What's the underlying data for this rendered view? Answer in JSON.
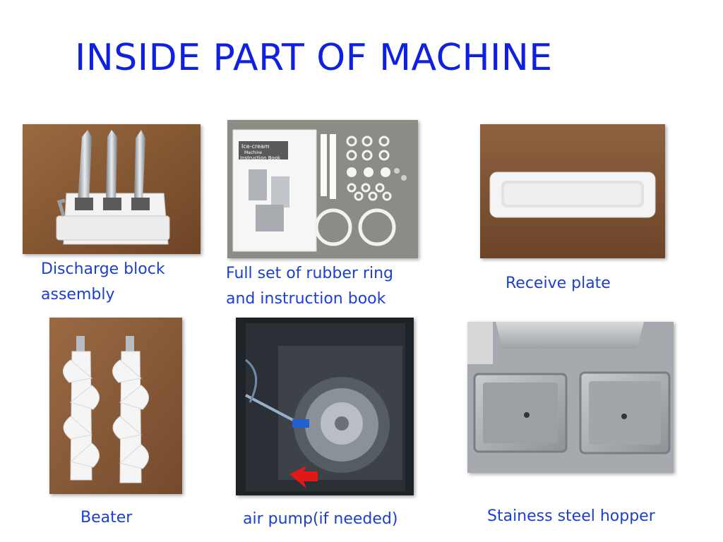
{
  "slide": {
    "title": "INSIDE PART OF MACHINE"
  },
  "items": [
    {
      "caption_line1": "Discharge block",
      "caption_line2": "assembly",
      "icon": "discharge-block-photo"
    },
    {
      "caption_line1": "Full set of rubber ring",
      "caption_line2": "and instruction book",
      "icon": "rubber-ring-and-book-photo",
      "book_text": {
        "line1": "Ice-cream",
        "line2": "Machine",
        "line3": "Instruction Book"
      }
    },
    {
      "caption": "Receive plate",
      "icon": "receive-plate-photo"
    },
    {
      "caption": "Beater",
      "icon": "beater-photo"
    },
    {
      "caption": "air pump(if needed)",
      "icon": "air-pump-photo"
    },
    {
      "caption": "Stainess steel hopper",
      "icon": "steel-hopper-photo"
    }
  ],
  "colors": {
    "title": "#1020e0",
    "caption": "#1c3fd0",
    "wood": "#8a5a34"
  }
}
